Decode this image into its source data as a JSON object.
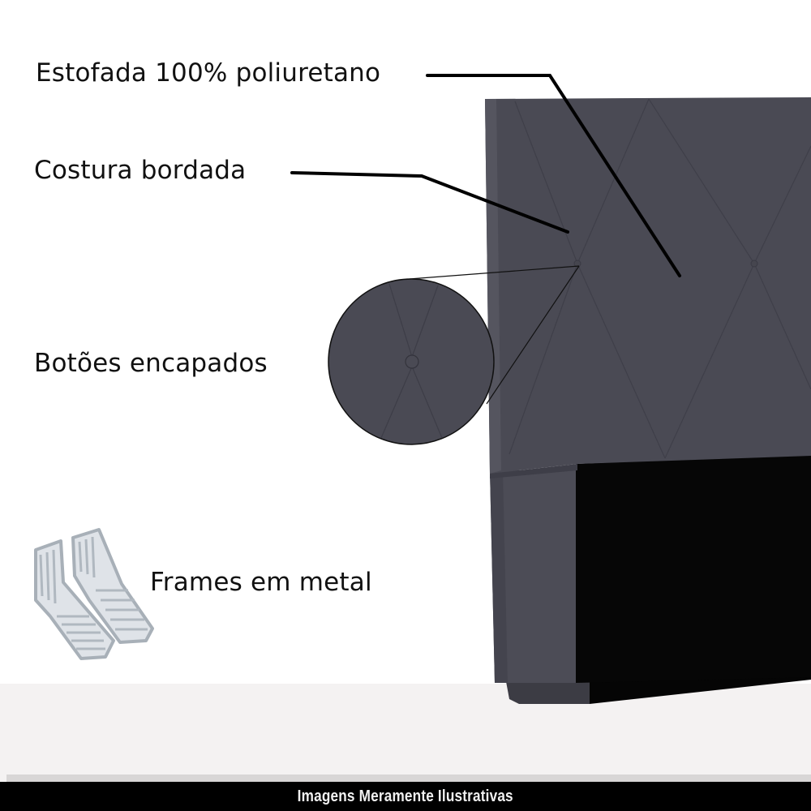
{
  "product_image": {
    "subject": "upholstered headboard, dark grey",
    "colors": {
      "upholstery": "#4a4a54",
      "upholstery_light": "#55555f",
      "panel_black": "#060606",
      "floor": "#f4f2f2",
      "frame_metal": "#b8c0c8"
    }
  },
  "callouts": [
    {
      "id": "estofada",
      "label": "Estofada 100% poliuretano"
    },
    {
      "id": "costura",
      "label": "Costura bordada"
    },
    {
      "id": "botoes",
      "label": "Botões encapados"
    },
    {
      "id": "frames",
      "label": "Frames em metal"
    }
  ],
  "footer": {
    "disclaimer": "Imagens Meramente Ilustrativas"
  }
}
